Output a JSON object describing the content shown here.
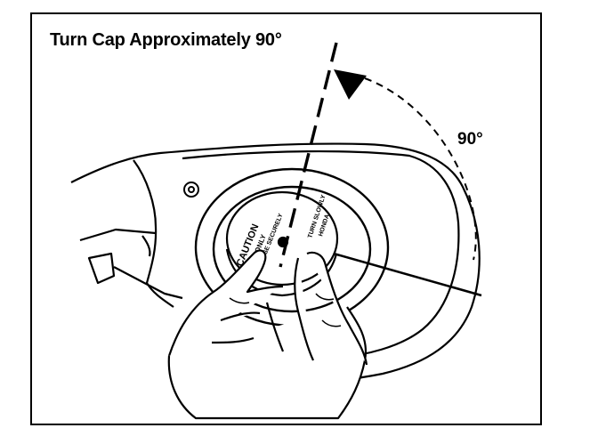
{
  "figure": {
    "title": "Turn Cap Approximately 90°",
    "angle_label": "90°",
    "cap_texts": [
      "CAUTION",
      "USE ONLY",
      "CLOSE SECURELY",
      "TURN SLOWLY",
      "HONDA"
    ]
  }
}
